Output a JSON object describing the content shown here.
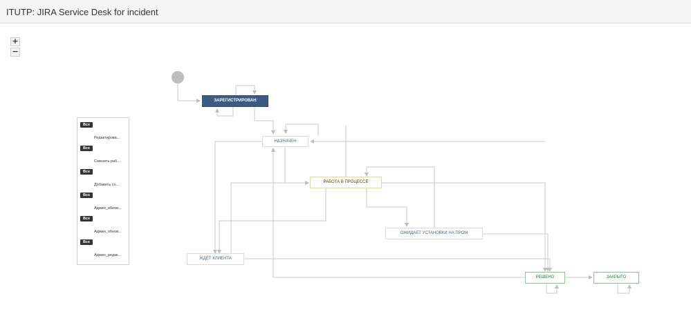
{
  "header": {
    "title": "ITUTP: JIRA Service Desk for incident"
  },
  "zoom": {
    "in_label": "+",
    "out_label": "−"
  },
  "statuses": {
    "registered": "ЗАРЕГИСТРИРОВАН",
    "assigned": "НАЗНАЧЕН",
    "in_progress": "РАБОТА В ПРОЦЕССЕ",
    "awaiting_install": "ОЖИДАЕТ УСТАНОВКИ НА ПРОМ",
    "waiting_customer": "ЖДЁТ КЛИЕНТА",
    "resolved": "РЕШЕНО",
    "closed": "ЗАКРЫТО"
  },
  "global_transitions": [
    {
      "badge": "Все",
      "label": "Редактирова..."
    },
    {
      "badge": "Все",
      "label": "Сменить раб..."
    },
    {
      "badge": "Все",
      "label": "Добавить со..."
    },
    {
      "badge": "Все",
      "label": "Админ_обнов..."
    },
    {
      "badge": "Все",
      "label": "Админ_обнов..."
    },
    {
      "badge": "Все",
      "label": "Админ_редак..."
    }
  ],
  "colors": {
    "start_fill": "#3b5b83",
    "done_border": "#7ccd7c",
    "inprogress_border": "#f0d78a",
    "connector": "#c4c4c4"
  }
}
